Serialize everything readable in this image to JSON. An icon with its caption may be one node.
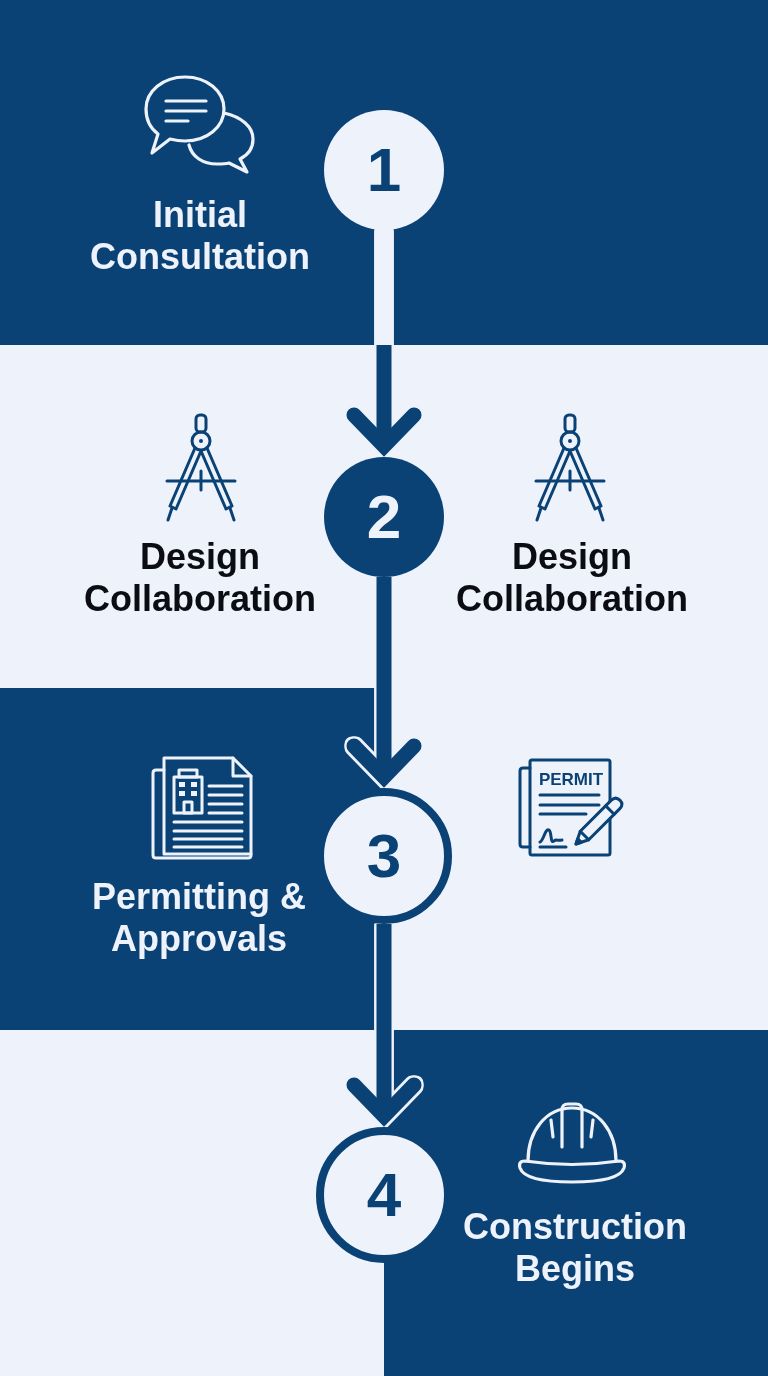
{
  "diagram": {
    "nodes": [
      {
        "text": [
          "1"
        ],
        "beside": [
          "Initial Consultation"
        ]
      },
      {
        "text": [
          "2"
        ],
        "beside": [
          "Design Collaboration",
          "Design Collaboration"
        ]
      },
      {
        "text": [
          "3"
        ],
        "beside": [
          "Permitting & Approvals"
        ]
      },
      {
        "text": [
          "4"
        ],
        "beside": [
          "Construction Begins"
        ]
      }
    ],
    "edges": [
      {
        "from": 0,
        "to": 1,
        "arrow": "to"
      },
      {
        "from": 1,
        "to": 2,
        "arrow": "to"
      },
      {
        "from": 2,
        "to": 3,
        "arrow": "to"
      }
    ],
    "labels": [
      "PERMIT"
    ]
  }
}
